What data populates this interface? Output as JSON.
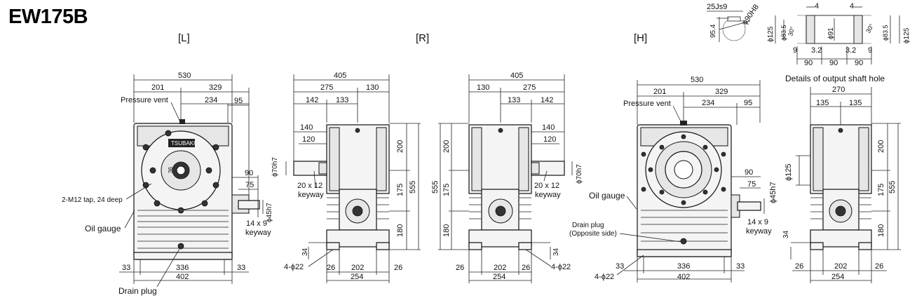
{
  "title": "EW175B",
  "views": {
    "L": "[L]",
    "R": "[R]",
    "H": "[H]"
  },
  "detail_caption": "Details of output shaft hole",
  "callouts": {
    "pressure_vent": "Pressure vent",
    "tap": "2-M12 tap, 24 deep",
    "oil_gauge": "Oil gauge",
    "drain_plug": "Drain plug",
    "drain_plug_opp": "Drain plug",
    "opposite_side": "(Opposite side)",
    "keyway_small": "14 x 9",
    "keyway_word": "keyway",
    "keyway_large": "20 x 12",
    "holes": "4-ϕ22",
    "nameplate": "TSUBAKI"
  },
  "dims": {
    "d530": "530",
    "d201": "201",
    "d329": "329",
    "d234": "234",
    "d95": "95",
    "d90": "90",
    "d75": "75",
    "d45h7": "ϕ45h7",
    "d33": "33",
    "d336": "336",
    "d402": "402",
    "d36": "36",
    "d405": "405",
    "d275": "275",
    "d130": "130",
    "d142": "142",
    "d133": "133",
    "d140": "140",
    "d120": "120",
    "d70h7": "ϕ70h7",
    "d200": "200",
    "d175": "175",
    "d555": "555",
    "d180": "180",
    "d34": "34",
    "d26": "26",
    "d202": "202",
    "d254": "254",
    "d270": "270",
    "d135": "135",
    "d125": "ϕ125",
    "d25js9": "25Js9",
    "d90H8": "ϕ90H8",
    "d95_4": "95.4",
    "d4": "4",
    "d83_5": "ϕ83.5",
    "d91": "ϕ91",
    "d30deg": "30°",
    "d9": "9",
    "d3_2": "3.2",
    "d90b": "90"
  }
}
